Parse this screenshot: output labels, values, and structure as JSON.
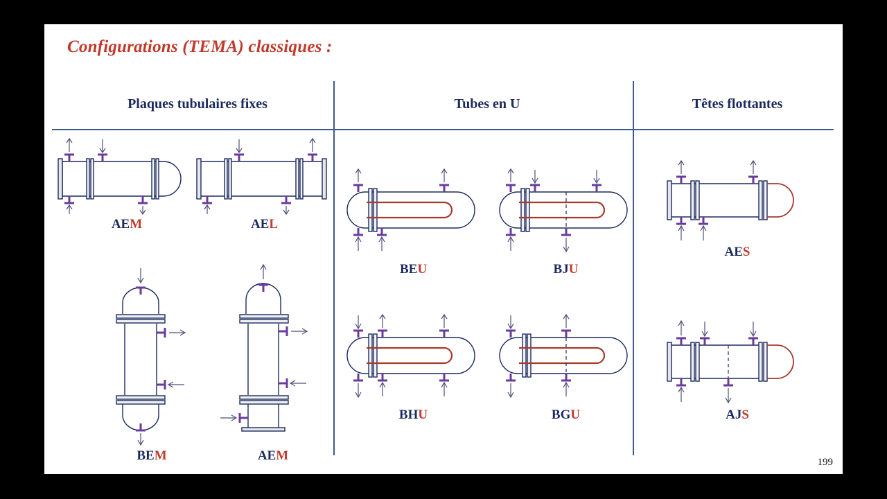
{
  "slide": {
    "title": "Configurations (TEMA) classiques :",
    "page_number": "199",
    "title_color": "#c0392b",
    "heading_color": "#1b2a5e",
    "accent_red": "#c0392b",
    "nozzle_color": "#6a3b9e",
    "tube_color": "#a83a2a",
    "rule_color": "#3d5a8a",
    "background": "#ffffff",
    "frame": "#000000"
  },
  "columns": [
    {
      "id": "fixed",
      "heading": "Plaques tubulaires fixes"
    },
    {
      "id": "utube",
      "heading": "Tubes en U"
    },
    {
      "id": "float",
      "heading": "Têtes flottantes"
    }
  ],
  "figures": [
    {
      "id": "aem-h",
      "column": "fixed",
      "label_prefix": "AE",
      "label_suffix": "M",
      "full_label": "AEM",
      "orientation": "horizontal",
      "rear_head": "bonnet"
    },
    {
      "id": "ael-h",
      "column": "fixed",
      "label_prefix": "AE",
      "label_suffix": "L",
      "full_label": "AEL",
      "orientation": "horizontal",
      "rear_head": "flat-channel"
    },
    {
      "id": "bem-v",
      "column": "fixed",
      "label_prefix": "BE",
      "label_suffix": "M",
      "full_label": "BEM",
      "orientation": "vertical",
      "rear_head": "bonnet"
    },
    {
      "id": "aem-v",
      "column": "fixed",
      "label_prefix": "AE",
      "label_suffix": "M",
      "full_label": "AEM",
      "orientation": "vertical",
      "rear_head": "bonnet"
    },
    {
      "id": "beu",
      "column": "utube",
      "label_prefix": "BE",
      "label_suffix": "U",
      "full_label": "BEU",
      "orientation": "horizontal",
      "shell": "one-pass"
    },
    {
      "id": "bju",
      "column": "utube",
      "label_prefix": "BJ",
      "label_suffix": "U",
      "full_label": "BJU",
      "orientation": "horizontal",
      "shell": "divided-flow"
    },
    {
      "id": "bhu",
      "column": "utube",
      "label_prefix": "BH",
      "label_suffix": "U",
      "full_label": "BHU",
      "orientation": "horizontal",
      "shell": "double-split-flow"
    },
    {
      "id": "bgu",
      "column": "utube",
      "label_prefix": "BG",
      "label_suffix": "U",
      "full_label": "BGU",
      "orientation": "horizontal",
      "shell": "split-flow"
    },
    {
      "id": "aes",
      "column": "float",
      "label_prefix": "AE",
      "label_suffix": "S",
      "full_label": "AES",
      "orientation": "horizontal",
      "rear_head": "floating-head"
    },
    {
      "id": "ajs",
      "column": "float",
      "label_prefix": "AJ",
      "label_suffix": "S",
      "full_label": "AJS",
      "orientation": "horizontal",
      "rear_head": "floating-head"
    }
  ]
}
